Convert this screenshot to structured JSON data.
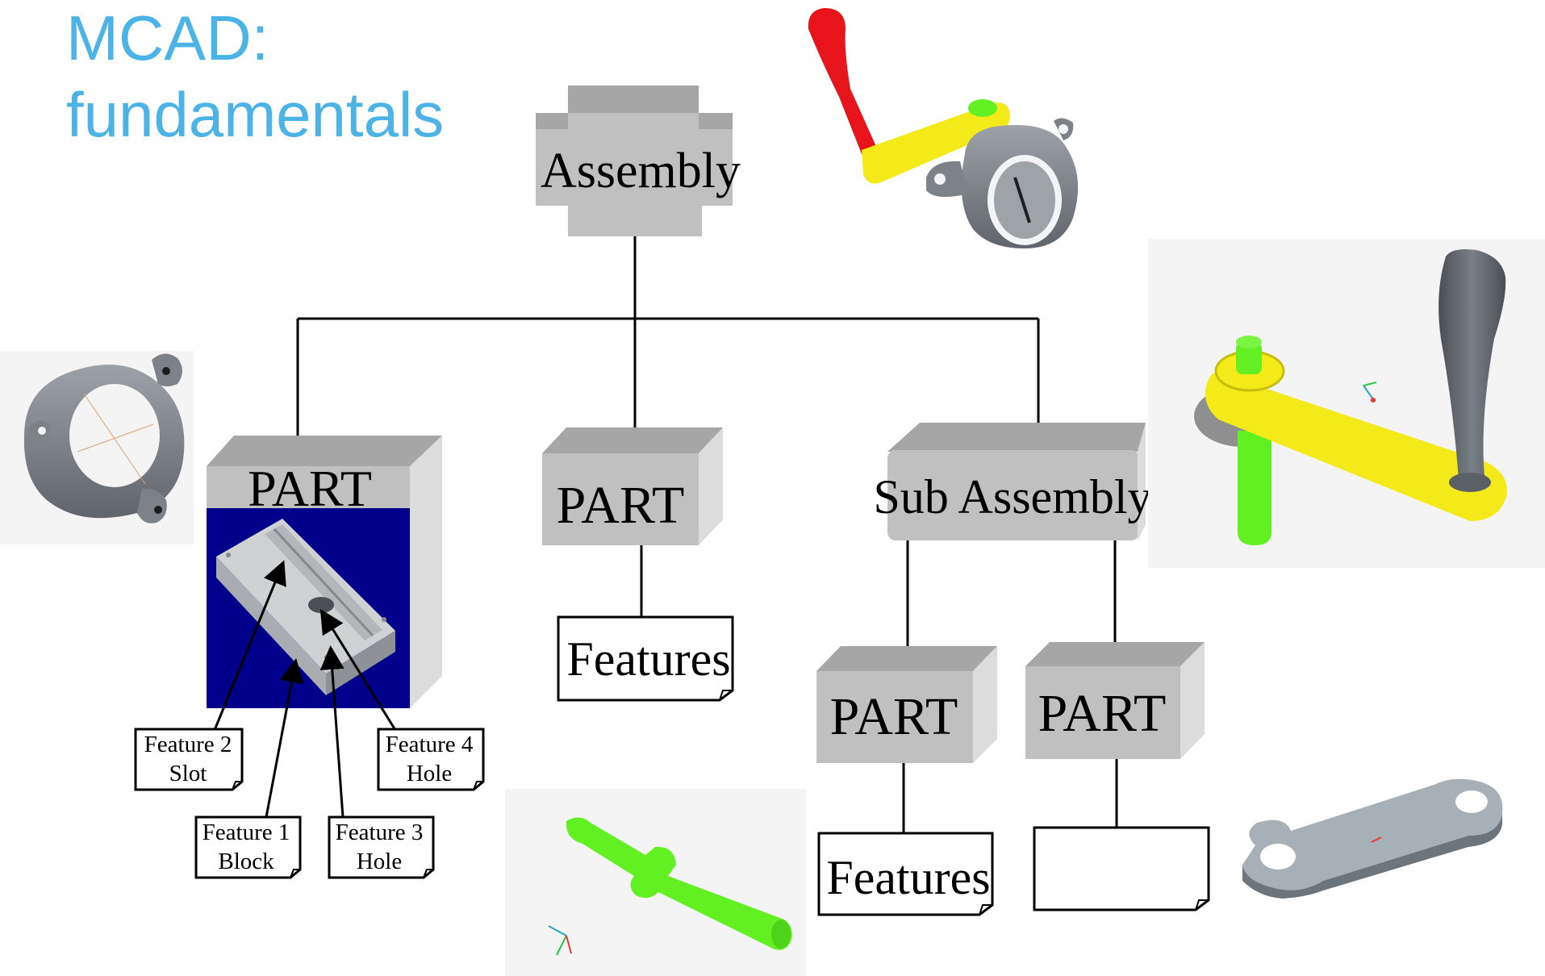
{
  "title": {
    "line1": "MCAD:",
    "line2": "fundamentals"
  },
  "nodes": {
    "assembly": "Assembly",
    "part_main": "PART",
    "part_center": "PART",
    "sub_assembly": "Sub Assembly",
    "part_sub_left": "PART",
    "part_sub_right": "PART"
  },
  "features": {
    "center": "Features",
    "sub_left": "Features",
    "sub_right": ""
  },
  "callouts": [
    {
      "line1": "Feature 2",
      "line2": "Slot"
    },
    {
      "line1": "Feature 1",
      "line2": "Block"
    },
    {
      "line1": "Feature 3",
      "line2": "Hole"
    },
    {
      "line1": "Feature 4",
      "line2": "Hole"
    }
  ],
  "colors": {
    "title": "#4bb3e6",
    "box_gray": "#c0c0c0",
    "box_top": "#a6a6a6",
    "box_side": "#dcdcdc",
    "part_view_bg": "#00008b",
    "handle_red": "#e8141b",
    "arm_yellow": "#f4ea1a",
    "shaft_green": "#63f023",
    "part_gray": "#7c8288",
    "handle_dark": "#5b6067"
  },
  "icons": [
    "valve-body-model",
    "crank-assembly-model",
    "crank-subassembly-model",
    "shaft-model",
    "arm-link-model",
    "block-part-model"
  ]
}
